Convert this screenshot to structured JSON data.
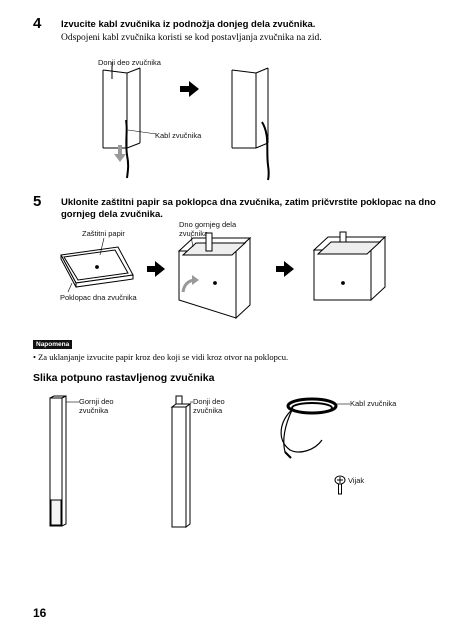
{
  "step4": {
    "number": "4",
    "title": "Izvucite kabl zvučnika iz podnožja donjeg dela zvučnika.",
    "body": "Odspojeni kabl zvučnika koristi se kod postavljanja zvučnika na zid.",
    "label_lower_part": "Donji deo zvučnika",
    "label_cable": "Kabl zvučnika"
  },
  "step5": {
    "number": "5",
    "title_line1": "Uklonite zaštitni papir sa poklopca dna zvučnika, zatim pričvrstite poklopac na dno",
    "title_line2": "gornjeg dela zvučnika.",
    "label_protective_paper": "Zaštitni papir",
    "label_bottom_line1": "Dno gornjeg dela",
    "label_bottom_line2": "zvučnika",
    "label_cover": "Poklopac dna zvučnika"
  },
  "note": {
    "badge": "Napomena",
    "text": "• Za uklanjanje izvucite papir kroz deo koji se vidi kroz otvor na poklopcu."
  },
  "section": {
    "title": "Slika potpuno rastavljenog zvučnika",
    "label_upper_line1": "Gornji deo",
    "label_upper_line2": "zvučnika",
    "label_lower_line1": "Donji deo",
    "label_lower_line2": "zvučnika",
    "label_cable": "Kabl zvučnika",
    "label_screw": "Vijak"
  },
  "page_number": "16",
  "icons": [
    "arrow-right-icon",
    "arrow-down-icon",
    "arrow-curved-icon"
  ]
}
